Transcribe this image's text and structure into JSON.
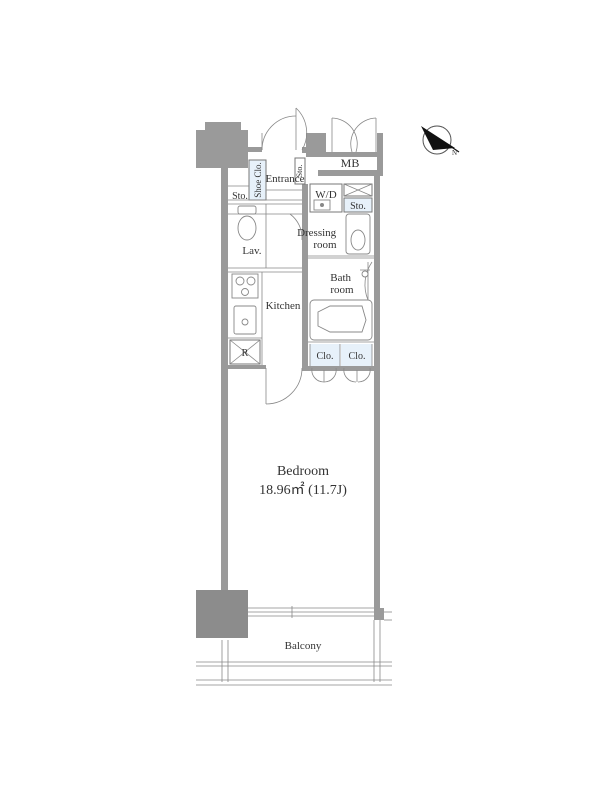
{
  "rooms": {
    "bedroom": {
      "name": "Bedroom",
      "area": "18.96㎡ (11.7J)"
    },
    "balcony": "Balcony",
    "kitchen": "Kitchen",
    "bath": [
      "Bath",
      "room"
    ],
    "dressing": [
      "Dressing",
      "room"
    ],
    "lavatory": "Lav.",
    "entrance": "Entrance",
    "shoe_closet": "Shoe Clo.",
    "storage_left": "Sto.",
    "storage_entrance": "Sto.",
    "storage_right": "Sto.",
    "washer": "W/D",
    "meter_box": "MB",
    "refrigerator": "R",
    "closet_left": "Clo.",
    "closet_right": "Clo."
  },
  "compass": {
    "icon": "north-arrow-icon"
  },
  "colors": {
    "wall": "#9a9a9a",
    "closet_fill": "#e7f1fa"
  }
}
